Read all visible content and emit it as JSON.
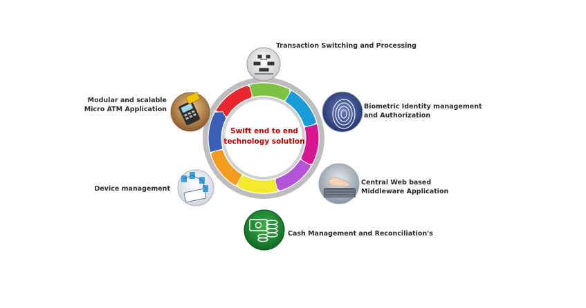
{
  "center": {
    "line1": "Swift  end to end",
    "line2": "technology  solution",
    "color": "#c00000"
  },
  "cycle_colors": [
    "#e8262b",
    "#7dc242",
    "#1a9cd9",
    "#d8168f",
    "#b455d8",
    "#f2ea2a",
    "#f39c20",
    "#3a5fb8"
  ],
  "nodes": [
    {
      "id": "transaction",
      "icon": "switch-router-icon",
      "lines": [
        "Transaction  Switching and  Processing"
      ]
    },
    {
      "id": "biometric",
      "icon": "fingerprint-icon",
      "lines": [
        "Biometric Identity management",
        "and Authorization"
      ]
    },
    {
      "id": "middleware",
      "icon": "keyboard-typing-icon",
      "lines": [
        "Central Web based",
        "Middleware Application"
      ]
    },
    {
      "id": "cash",
      "icon": "cash-coins-icon",
      "lines": [
        "Cash Management and Reconciliation's"
      ]
    },
    {
      "id": "device",
      "icon": "devices-network-icon",
      "lines": [
        "Device management"
      ]
    },
    {
      "id": "microatm",
      "icon": "card-terminal-icon",
      "lines": [
        "Modular and scalable",
        "Micro ATM  Application"
      ]
    }
  ]
}
